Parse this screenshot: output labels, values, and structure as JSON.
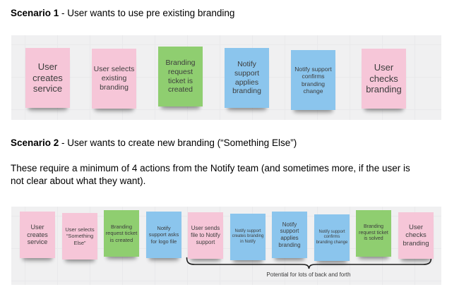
{
  "document": {
    "scenario1": {
      "heading_bold": "Scenario 1",
      "heading_rest": " - User wants to use pre existing branding",
      "board_notes": [
        {
          "color": "pink",
          "text": "User creates service"
        },
        {
          "color": "pink",
          "text": "User selects existing branding"
        },
        {
          "color": "green",
          "text": "Branding request ticket is created"
        },
        {
          "color": "blue",
          "text": "Notify support applies branding"
        },
        {
          "color": "blue",
          "text": "Notify support confirms branding change"
        },
        {
          "color": "pink",
          "text": "User checks branding"
        }
      ]
    },
    "scenario2": {
      "heading_bold": "Scenario 2",
      "heading_rest": " - User wants to create new branding (“Something Else”)",
      "paragraph": "These require a minimum of 4 actions from the Notify team (and sometimes more, if the user is not clear about what they want).",
      "board_notes": [
        {
          "color": "pink",
          "text": "User creates service"
        },
        {
          "color": "pink",
          "text": "User selects “Something Else”"
        },
        {
          "color": "green",
          "text": "Branding request ticket is created"
        },
        {
          "color": "blue",
          "text": "Notify support asks for logo file"
        },
        {
          "color": "pink",
          "text": "User sends file to Notify support"
        },
        {
          "color": "blue",
          "text": "Notify support creates branding in Notify"
        },
        {
          "color": "blue",
          "text": "Notify support applies branding"
        },
        {
          "color": "blue",
          "text": "Notify support confirms branding change"
        },
        {
          "color": "green",
          "text": "Branding request ticket is solved"
        },
        {
          "color": "pink",
          "text": "User checks branding"
        }
      ],
      "brace_label": "Potential for lots of back and forth"
    },
    "colors": {
      "note_pink": "#f6c6d8",
      "note_green": "#8fce70",
      "note_blue": "#8bc5ed",
      "board_background": "#f0f0f1"
    }
  }
}
